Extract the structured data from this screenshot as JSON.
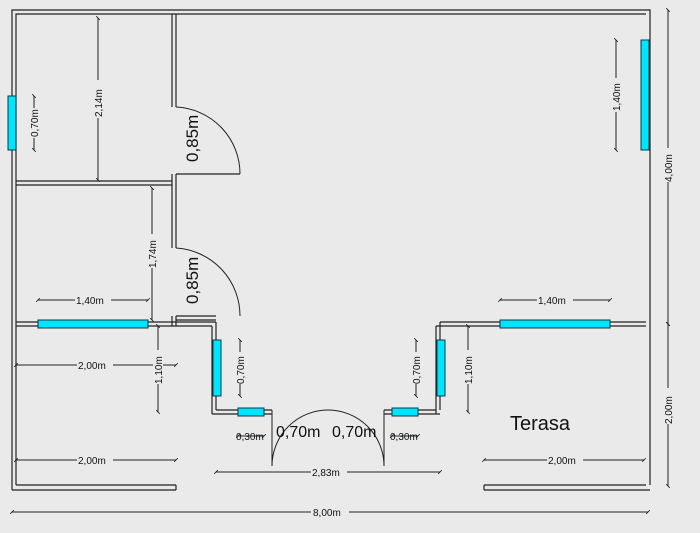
{
  "dimensions": {
    "left_window_height": "0,70m",
    "left_room_depth": "2,14m",
    "door_upper": "0,85m",
    "door_lower": "0,85m",
    "middle_room_depth": "1,74m",
    "left_window_width": "1,40m",
    "right_window_width": "1,40m",
    "right_window_height": "1,40m",
    "right_depth": "4,00m",
    "left_porch_width": "2,00m",
    "left_porch_depth": "1,10m",
    "small_window_left": "0,70m",
    "small_window_right": "0,70m",
    "right_porch_depth": "1,10m",
    "tiny_window_left": "0,30m",
    "tiny_window_right": "0,30m",
    "entry_door_left": "0,70m",
    "entry_door_right": "0,70m",
    "entry_width": "2,83m",
    "left_bottom_width": "2,00m",
    "right_bottom_width": "2,00m",
    "right_porch_height": "2,00m",
    "total_width": "8,00m"
  },
  "rooms": {
    "terrace": "Terasa"
  },
  "colors": {
    "window": "#00e5ff",
    "background": "#eaeaea",
    "line": "#222222"
  }
}
